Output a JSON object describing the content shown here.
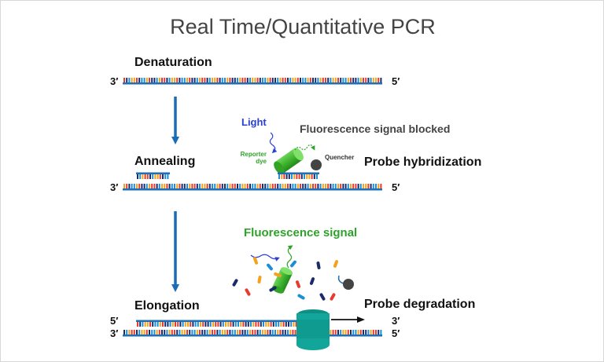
{
  "title": "Real Time/Quantitative PCR",
  "steps": {
    "denaturation": "Denaturation",
    "annealing": "Annealing",
    "elongation": "Elongation"
  },
  "events": {
    "probe_hybridization": "Probe hybridization",
    "probe_degradation": "Probe degradation"
  },
  "strand_ends": {
    "three_prime": "3′",
    "five_prime": "5′"
  },
  "annotations": {
    "light": "Light",
    "fluorescence_blocked": "Fluorescence signal blocked",
    "reporter_dye": [
      "Reporter",
      "dye"
    ],
    "quencher": "Quencher",
    "fluorescence_signal": "Fluorescence signal"
  },
  "colors": {
    "backbone": "#1e6fb5",
    "arrow": "#1a6cb8",
    "light": "#2a3fd6",
    "fluorescence": "#2fa22a",
    "reporter_dye": "#3fb52f",
    "quencher": "#444444",
    "polymerase": "#12a59a",
    "base_palette": [
      "#e63b2e",
      "#f2a21b",
      "#1e8fd6",
      "#1b2a6b"
    ]
  }
}
